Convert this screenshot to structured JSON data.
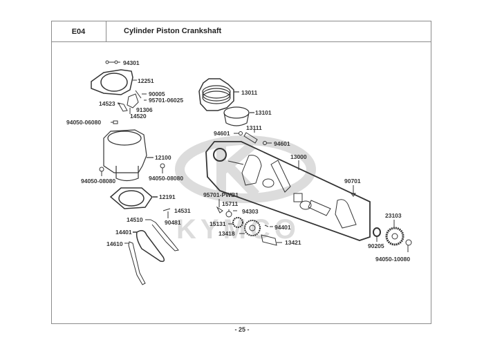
{
  "header": {
    "section_code": "E04",
    "title": "Cylinder  Piston  Crankshaft"
  },
  "watermark": {
    "brand": "KYMCO",
    "color": "#d9d9d9"
  },
  "parts": [
    {
      "id": "94301",
      "label": "94301"
    },
    {
      "id": "12251",
      "label": "12251"
    },
    {
      "id": "90005",
      "label": "90005"
    },
    {
      "id": "95701-06025",
      "label": "95701-06025"
    },
    {
      "id": "14523",
      "label": "14523"
    },
    {
      "id": "91306",
      "label": "91306"
    },
    {
      "id": "14520",
      "label": "14520"
    },
    {
      "id": "94050-06080",
      "label": "94050-06080"
    },
    {
      "id": "12100",
      "label": "12100"
    },
    {
      "id": "94050-08080-left",
      "label": "94050-08080"
    },
    {
      "id": "94050-08080-right",
      "label": "94050-08080"
    },
    {
      "id": "12191",
      "label": "12191"
    },
    {
      "id": "14531",
      "label": "14531"
    },
    {
      "id": "14510",
      "label": "14510"
    },
    {
      "id": "90481",
      "label": "90481"
    },
    {
      "id": "14401",
      "label": "14401"
    },
    {
      "id": "14610",
      "label": "14610"
    },
    {
      "id": "13011",
      "label": "13011"
    },
    {
      "id": "13101",
      "label": "13101"
    },
    {
      "id": "13111",
      "label": "13111"
    },
    {
      "id": "94601-left",
      "label": "94601"
    },
    {
      "id": "94601-right",
      "label": "94601"
    },
    {
      "id": "13000",
      "label": "13000"
    },
    {
      "id": "90701",
      "label": "90701"
    },
    {
      "id": "95701-PWB1",
      "label": "95701-PWB1"
    },
    {
      "id": "15711",
      "label": "15711"
    },
    {
      "id": "94303",
      "label": "94303"
    },
    {
      "id": "15131",
      "label": "15131"
    },
    {
      "id": "94401",
      "label": "94401"
    },
    {
      "id": "13418",
      "label": "13418"
    },
    {
      "id": "13421",
      "label": "13421"
    },
    {
      "id": "23103",
      "label": "23103"
    },
    {
      "id": "90205",
      "label": "90205"
    },
    {
      "id": "94050-10080",
      "label": "94050-10080"
    }
  ],
  "footer": {
    "page_number": "- 25 -"
  }
}
